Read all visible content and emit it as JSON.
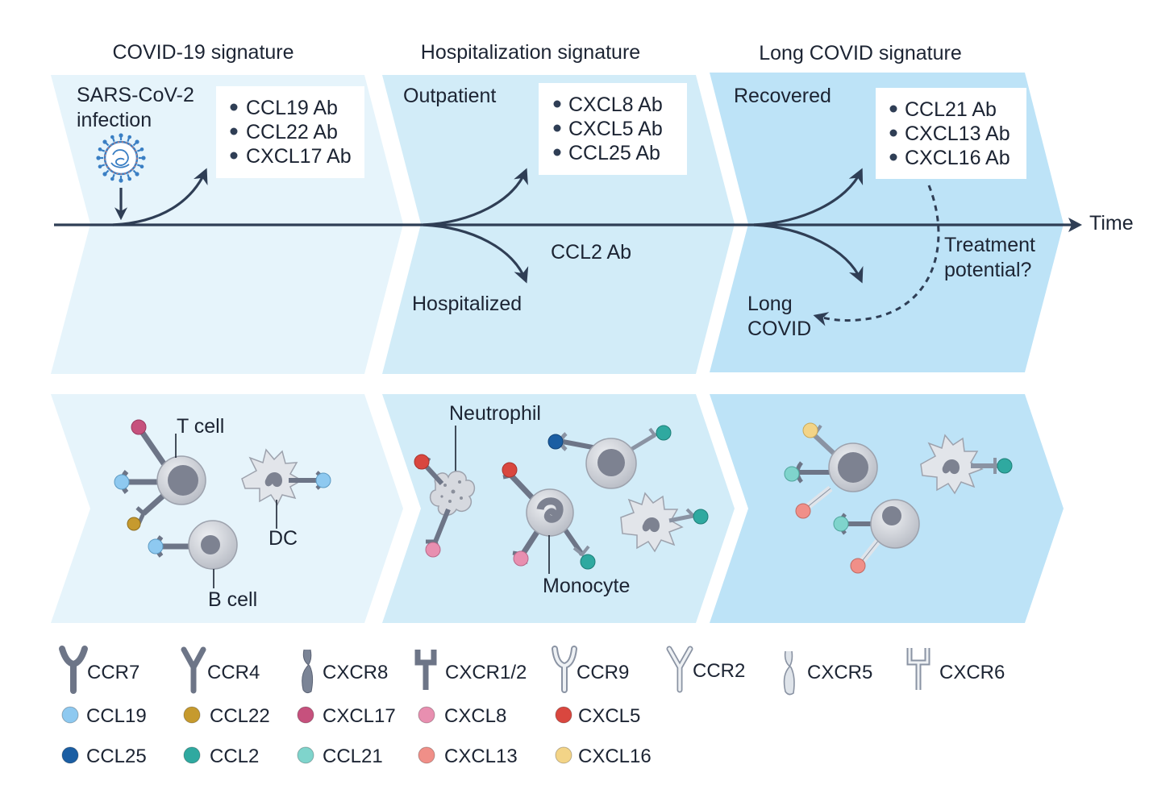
{
  "panels": {
    "covid": {
      "heading": "COVID-19 signature",
      "event": [
        "SARS-CoV-2",
        "infection"
      ],
      "antibodies": [
        "CCL19 Ab",
        "CCL22 Ab",
        "CXCL17 Ab"
      ]
    },
    "hospital": {
      "heading": "Hospitalization signature",
      "outcome_top": "Outpatient",
      "outcome_bottom": "Hospitalized",
      "antibodies": [
        "CXCL8 Ab",
        "CXCL5 Ab",
        "CCL25 Ab"
      ],
      "lower_antibody": "CCL2 Ab"
    },
    "long": {
      "heading": "Long COVID signature",
      "outcome_top": "Recovered",
      "outcome_bottom": [
        "Long",
        "COVID"
      ],
      "antibodies": [
        "CCL21 Ab",
        "CXCL13 Ab",
        "CXCL16 Ab"
      ],
      "treatment": [
        "Treatment",
        "potential?"
      ]
    }
  },
  "axis_label": "Time",
  "cells": {
    "t_cell": "T cell",
    "dc": "DC",
    "b_cell": "B cell",
    "neutrophil": "Neutrophil",
    "monocyte": "Monocyte"
  },
  "receptor_legend": [
    {
      "name": "CCR7",
      "shape": "receptor-y-wide-icon"
    },
    {
      "name": "CCR4",
      "shape": "receptor-y-narrow-icon"
    },
    {
      "name": "CXCR8",
      "shape": "receptor-cup-icon"
    },
    {
      "name": "CXCR1/2",
      "shape": "receptor-fork-icon"
    },
    {
      "name": "CCR9",
      "shape": "receptor-y-wide-light-icon"
    },
    {
      "name": "CCR2",
      "shape": "receptor-y-narrow-light-icon"
    },
    {
      "name": "CXCR5",
      "shape": "receptor-cup-light-icon"
    },
    {
      "name": "CXCR6",
      "shape": "receptor-fork-light-icon"
    }
  ],
  "chemokine_legend": [
    {
      "name": "CCL19",
      "color": "#8ec9f0"
    },
    {
      "name": "CCL22",
      "color": "#c69a2e"
    },
    {
      "name": "CXCL17",
      "color": "#c6517d"
    },
    {
      "name": "CXCL8",
      "color": "#e88fb0"
    },
    {
      "name": "CXCL5",
      "color": "#d9473f"
    },
    {
      "name": "CCL25",
      "color": "#1b5ea3"
    },
    {
      "name": "CCL2",
      "color": "#2fa9a0"
    },
    {
      "name": "CCL21",
      "color": "#7fd4cc"
    },
    {
      "name": "CXCL13",
      "color": "#f08f88"
    },
    {
      "name": "CXCL16",
      "color": "#f3d487"
    }
  ],
  "colors": {
    "panel1": "#e6f4fb",
    "panel2": "#d2ecf8",
    "panel3": "#bde3f7",
    "axis": "#2f3e55",
    "virus": "#3a7fc4"
  }
}
